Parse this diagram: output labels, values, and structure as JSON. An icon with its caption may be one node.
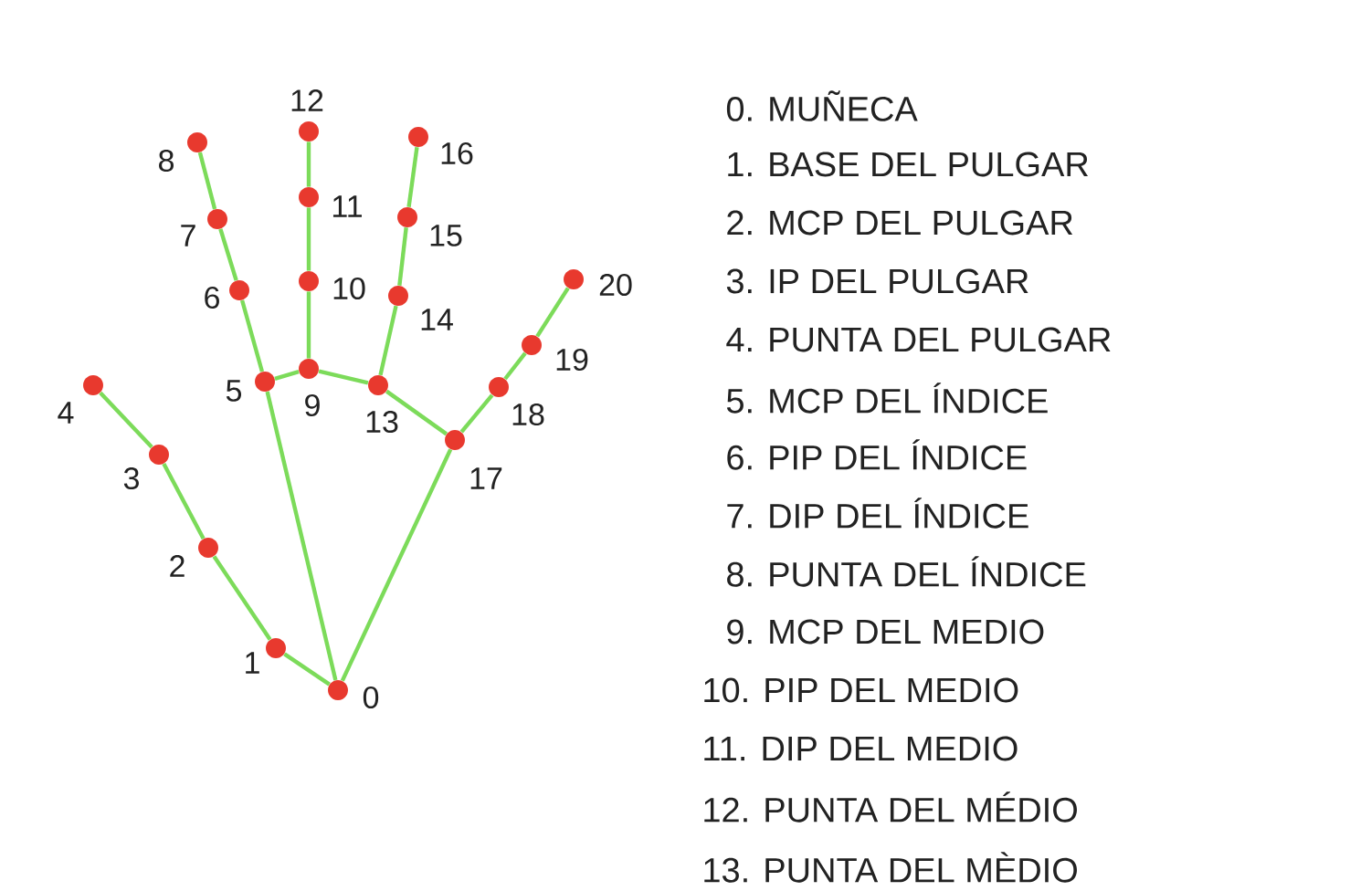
{
  "diagram": {
    "nodes": [
      {
        "text": [],
        "shape": "circle",
        "beside": [
          "0"
        ]
      },
      {
        "text": [],
        "shape": "circle",
        "beside": [
          "1"
        ]
      },
      {
        "text": [],
        "shape": "circle",
        "beside": [
          "2"
        ]
      },
      {
        "text": [],
        "shape": "circle",
        "beside": [
          "3"
        ]
      },
      {
        "text": [],
        "shape": "circle",
        "beside": [
          "4"
        ]
      },
      {
        "text": [],
        "shape": "circle",
        "beside": [
          "5"
        ]
      },
      {
        "text": [],
        "shape": "circle",
        "beside": [
          "6"
        ]
      },
      {
        "text": [],
        "shape": "circle",
        "beside": [
          "7"
        ]
      },
      {
        "text": [],
        "shape": "circle",
        "beside": [
          "8"
        ]
      },
      {
        "text": [],
        "shape": "circle",
        "beside": [
          "9"
        ]
      },
      {
        "text": [],
        "shape": "circle",
        "beside": [
          "10"
        ]
      },
      {
        "text": [],
        "shape": "circle",
        "beside": [
          "11"
        ]
      },
      {
        "text": [],
        "shape": "circle",
        "beside": [
          "12"
        ]
      },
      {
        "text": [],
        "shape": "circle",
        "beside": [
          "13"
        ]
      },
      {
        "text": [],
        "shape": "circle",
        "beside": [
          "14"
        ]
      },
      {
        "text": [],
        "shape": "circle",
        "beside": [
          "15"
        ]
      },
      {
        "text": [],
        "shape": "circle",
        "beside": [
          "16"
        ]
      },
      {
        "text": [],
        "shape": "circle",
        "beside": [
          "17"
        ]
      },
      {
        "text": [],
        "shape": "circle",
        "beside": [
          "18"
        ]
      },
      {
        "text": [],
        "shape": "circle",
        "beside": [
          "19"
        ]
      },
      {
        "text": [],
        "shape": "circle",
        "beside": [
          "20"
        ]
      }
    ],
    "edges": [
      {
        "from": 0,
        "to": 1,
        "arrow": "none"
      },
      {
        "from": 1,
        "to": 2,
        "arrow": "none"
      },
      {
        "from": 2,
        "to": 3,
        "arrow": "none"
      },
      {
        "from": 3,
        "to": 4,
        "arrow": "none"
      },
      {
        "from": 0,
        "to": 5,
        "arrow": "none"
      },
      {
        "from": 5,
        "to": 6,
        "arrow": "none"
      },
      {
        "from": 6,
        "to": 7,
        "arrow": "none"
      },
      {
        "from": 7,
        "to": 8,
        "arrow": "none"
      },
      {
        "from": 5,
        "to": 9,
        "arrow": "none"
      },
      {
        "from": 9,
        "to": 10,
        "arrow": "none"
      },
      {
        "from": 10,
        "to": 11,
        "arrow": "none"
      },
      {
        "from": 11,
        "to": 12,
        "arrow": "none"
      },
      {
        "from": 9,
        "to": 13,
        "arrow": "none"
      },
      {
        "from": 13,
        "to": 14,
        "arrow": "none"
      },
      {
        "from": 14,
        "to": 15,
        "arrow": "none"
      },
      {
        "from": 15,
        "to": 16,
        "arrow": "none"
      },
      {
        "from": 13,
        "to": 17,
        "arrow": "none"
      },
      {
        "from": 0,
        "to": 17,
        "arrow": "none"
      },
      {
        "from": 17,
        "to": 18,
        "arrow": "none"
      },
      {
        "from": 18,
        "to": 19,
        "arrow": "none"
      },
      {
        "from": 19,
        "to": 20,
        "arrow": "none"
      }
    ],
    "labels": [
      "0. MUÑECA",
      "1. BASE DEL PULGAR",
      "2. MCP DEL PULGAR",
      "3. IP DEL PULGAR",
      "4. PUNTA DEL PULGAR",
      "5. MCP DEL ÍNDICE",
      "6. PIP DEL ÍNDICE",
      "7. DIP DEL ÍNDICE",
      "8. PUNTA DEL ÍNDICE",
      "9. MCP DEL MEDIO",
      "10. PIP DEL MEDIO",
      "11. DIP DEL MEDIO",
      "12. PUNTA DEL MÉDIO",
      "13. PUNTA DEL MÈDIO"
    ]
  }
}
